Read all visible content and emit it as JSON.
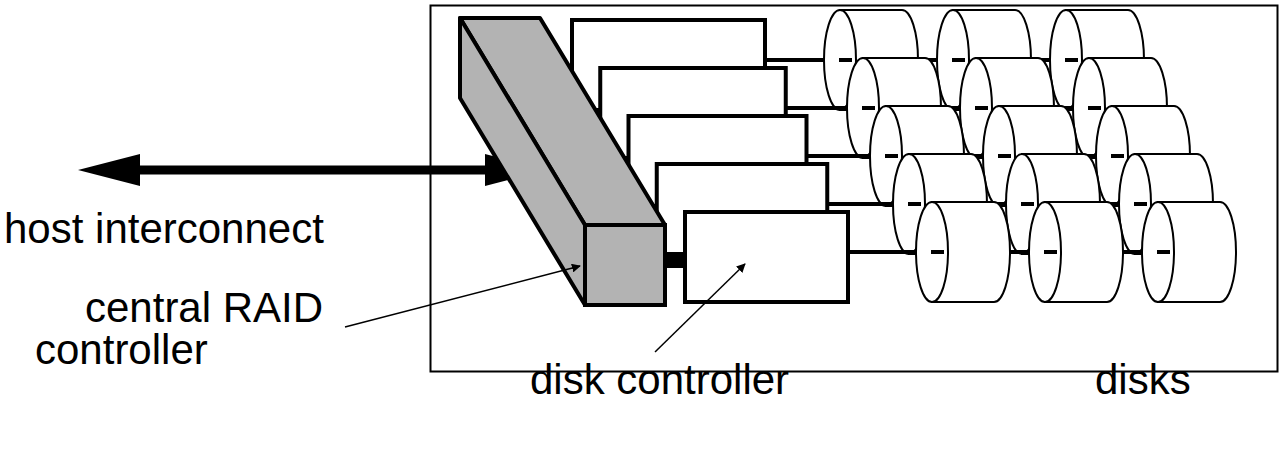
{
  "diagram": {
    "labels": [
      "host interconnect",
      "central RAID controller",
      "disk controller",
      "disks"
    ]
  }
}
